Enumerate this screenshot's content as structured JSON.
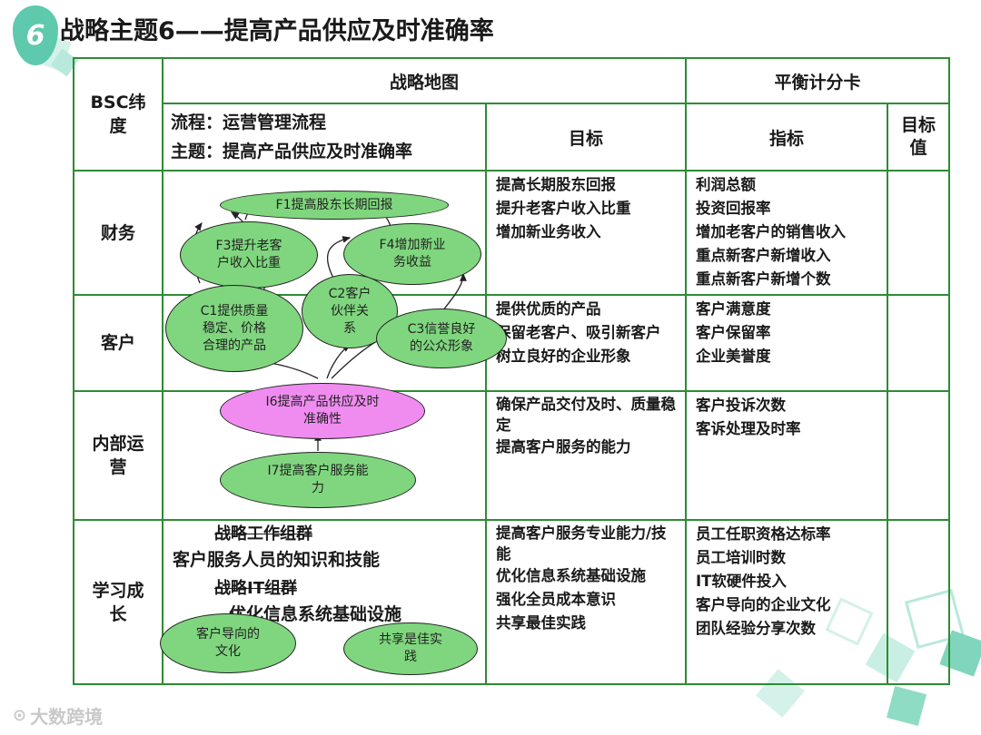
{
  "slide": {
    "number": "6",
    "title": "战略主题6——提高产品供应及时准确率"
  },
  "header": {
    "bsc_dimension": "BSC纬度",
    "strategy_map": "战略地图",
    "scorecard": "平衡计分卡",
    "process_line": "流程：运营管理流程",
    "theme_line": "主题：提高产品供应及时准确率",
    "objective": "目标",
    "indicator": "指标",
    "target_value": "目标值"
  },
  "rows": [
    {
      "dimension": "财务",
      "objectives": [
        "提高长期股东回报",
        "提升老客户收入比重",
        "增加新业务收入"
      ],
      "indicators": [
        "利润总额",
        "投资回报率",
        "增加老客户的销售收入",
        "重点新客户新增收入",
        "重点新客户新增个数"
      ]
    },
    {
      "dimension": "客户",
      "objectives": [
        "提供优质的产品",
        "保留老客户、吸引新客户",
        "树立良好的企业形象"
      ],
      "indicators": [
        "客户满意度",
        "客户保留率",
        "企业美誉度"
      ]
    },
    {
      "dimension": "内部运营",
      "objectives": [
        "确保产品交付及时、质量稳定",
        "提高客户服务的能力"
      ],
      "indicators": [
        "客户投诉次数",
        "客诉处理及时率"
      ]
    },
    {
      "dimension": "学习成长",
      "objectives": [
        "提高客户服务专业能力/技能",
        "优化信息系统基础设施",
        "强化全员成本意识",
        "共享最佳实践"
      ],
      "indicators": [
        "员工任职资格达标率",
        "员工培训时数",
        "IT软硬件投入",
        "客户导向的企业文化",
        "团队经验分享次数"
      ]
    }
  ],
  "map": {
    "f1": "F1提高股东长期回报",
    "f3": [
      "F3提升老客",
      "户收入比重"
    ],
    "f4": [
      "F4增加新业",
      "务收益"
    ],
    "c1": [
      "C1提供质量",
      "稳定、价格",
      "合理的产品"
    ],
    "c2": [
      "C2客户",
      "伙伴关",
      "系"
    ],
    "c3": [
      "C3信誉良好",
      "的公众形象"
    ],
    "i6": [
      "I6提高产品供应及时",
      "准确性"
    ],
    "i7": [
      "I7提高客户服务能",
      "力"
    ],
    "learning": {
      "group1": "战略工作组群",
      "line1": "客户服务人员的知识和技能",
      "group2": "战略IT组群",
      "line2": "优化信息系统基础设施"
    },
    "l1": [
      "客户导向的",
      "文化"
    ],
    "l2": [
      "共享是佳实",
      "践"
    ]
  },
  "watermark": "大数跨境",
  "colors": {
    "border": "#2e8b35",
    "ellipse_green": "#7fd67e",
    "ellipse_pink": "#f08cf0",
    "badge": "#5ec9ad"
  }
}
